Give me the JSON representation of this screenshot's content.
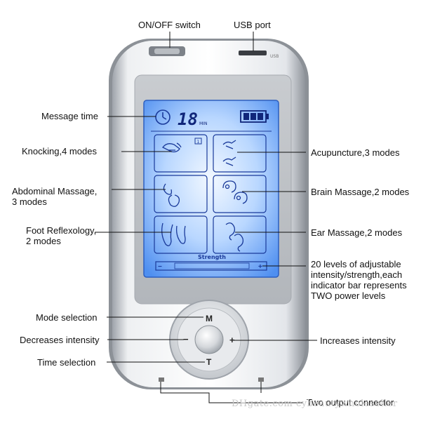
{
  "labels": {
    "on_off_switch": "ON/OFF switch",
    "usb_port": "USB port",
    "message_time": "Message time",
    "knocking": "Knocking,4 modes",
    "abdominal": "Abdominal Massage,\n3 modes",
    "foot": "Foot Reflexology,\n2 modes",
    "acupuncture": "Acupuncture,3 modes",
    "brain": "Brain Massage,2 modes",
    "ear": "Ear Massage,2 modes",
    "levels": "20 levels of adjustable\nintensity/strength,each\nindicator bar represents\nTWO power levels",
    "mode_selection": "Mode selection",
    "decreases": "Decreases intensity",
    "increases": "Increases intensity",
    "time_selection": "Time selection",
    "output_connector": "Two output connector"
  },
  "device": {
    "usb_marking": "USB",
    "lcd_time_value": "18",
    "lcd_time_unit": "MIN",
    "lcd_knock_badge": "1",
    "lcd_strength": "Strength",
    "lcd_minus": "−",
    "lcd_plus": "+",
    "btn_mode": "M",
    "btn_minus": "−",
    "btn_plus": "+",
    "btn_time": "T"
  },
  "watermark": "DHgate.com  cybeautywholeseller",
  "colors": {
    "lcd_glow": "#d8ecff",
    "lcd_blue": "#3f7fe6",
    "lcd_ink": "#1a3a9a",
    "silver": "#cfd3d8"
  }
}
